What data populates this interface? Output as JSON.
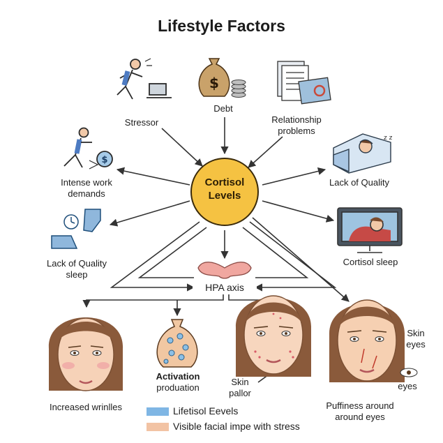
{
  "title": "Lifestyle Factors",
  "center": {
    "line1": "Cortisol",
    "line2": "Levels"
  },
  "factors": {
    "stressor": "Stressor",
    "debt": "Debt",
    "relationship_1": "Relationship",
    "relationship_2": "problems",
    "intense_1": "Intense work",
    "intense_2": "demands",
    "lack_quality": "Lack of Quality",
    "lack_quality_sleep_1": "Lack of Quality",
    "lack_quality_sleep_2": "sleep",
    "cortisol_sleep": "Cortisol sleep"
  },
  "hpa": "HPA axis",
  "outcomes": {
    "wrinkles": "Increased wrinlles",
    "activation_1": "Activation",
    "activation_2": "produation",
    "skin_pallor_1": "Skin",
    "skin_pallor_2": "pallor",
    "skin_eyes_1": "Skin",
    "skin_eyes_2": "eyes",
    "eyes": "eyes",
    "puffiness_1": "Puffiness around",
    "puffiness_2": "around eyes"
  },
  "legend": [
    {
      "label": "Lifetisol Eevels",
      "color": "#7fb6e4"
    },
    {
      "label": "Visible facial impe with stress",
      "color": "#f2c3a4"
    }
  ],
  "colors": {
    "cortisol_fill": "#f5c242",
    "arrow": "#333333",
    "skin": "#f6d2b8",
    "hair": "#8a5a3b"
  }
}
